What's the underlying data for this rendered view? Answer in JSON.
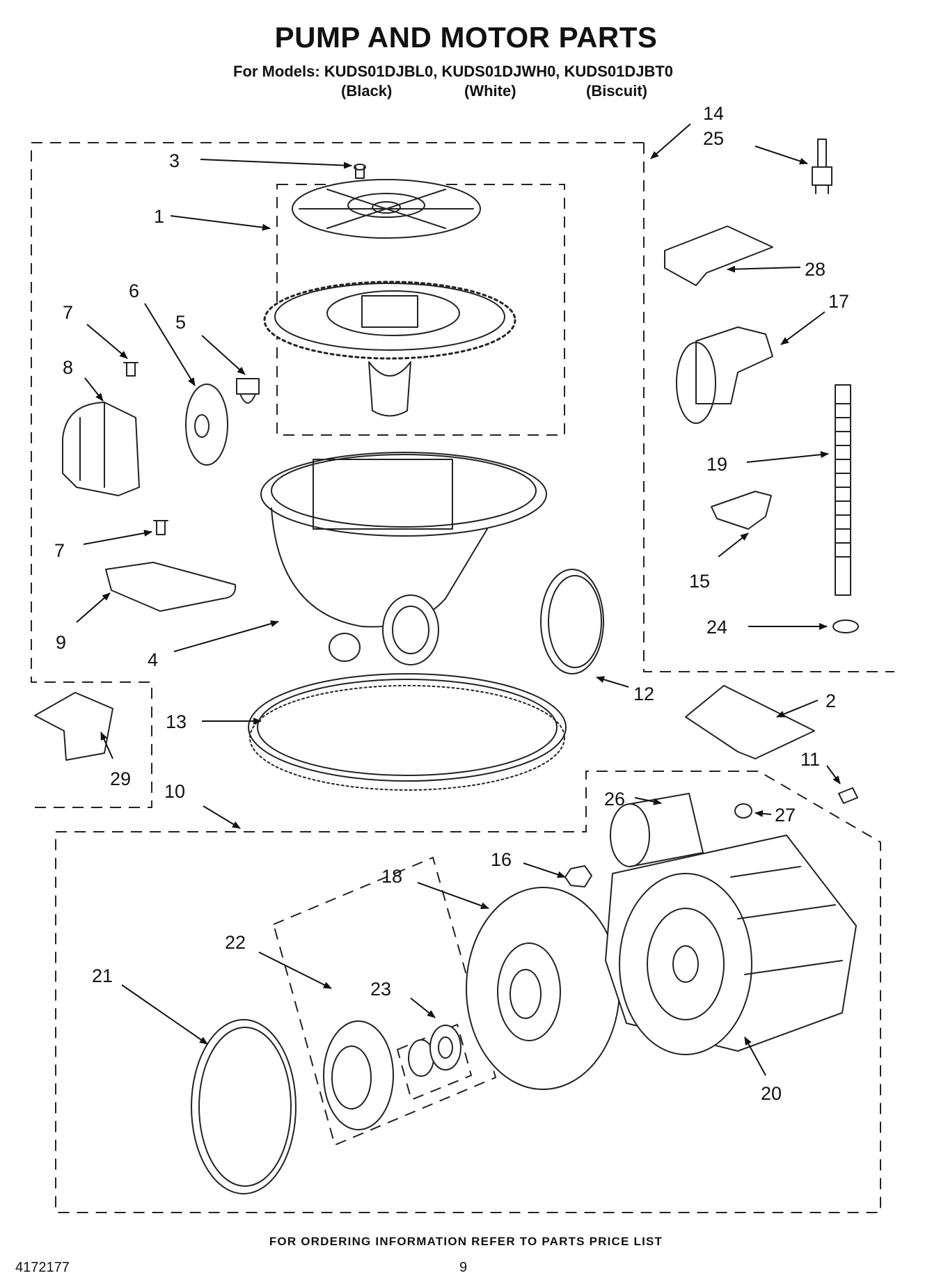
{
  "title": "PUMP AND MOTOR PARTS",
  "models_line": "For Models: KUDS01DJBL0, KUDS01DJWH0, KUDS01DJBT0",
  "colors": [
    "(Black)",
    "(White)",
    "(Biscuit)"
  ],
  "callouts": [
    "1",
    "2",
    "3",
    "4",
    "5",
    "6",
    "7",
    "7",
    "8",
    "9",
    "10",
    "11",
    "12",
    "13",
    "14",
    "15",
    "16",
    "17",
    "18",
    "19",
    "20",
    "21",
    "22",
    "23",
    "24",
    "25",
    "26",
    "27",
    "28",
    "29"
  ],
  "footer_note": "FOR ORDERING INFORMATION REFER TO PARTS PRICE LIST",
  "document_number": "4172177",
  "page_number": "9"
}
